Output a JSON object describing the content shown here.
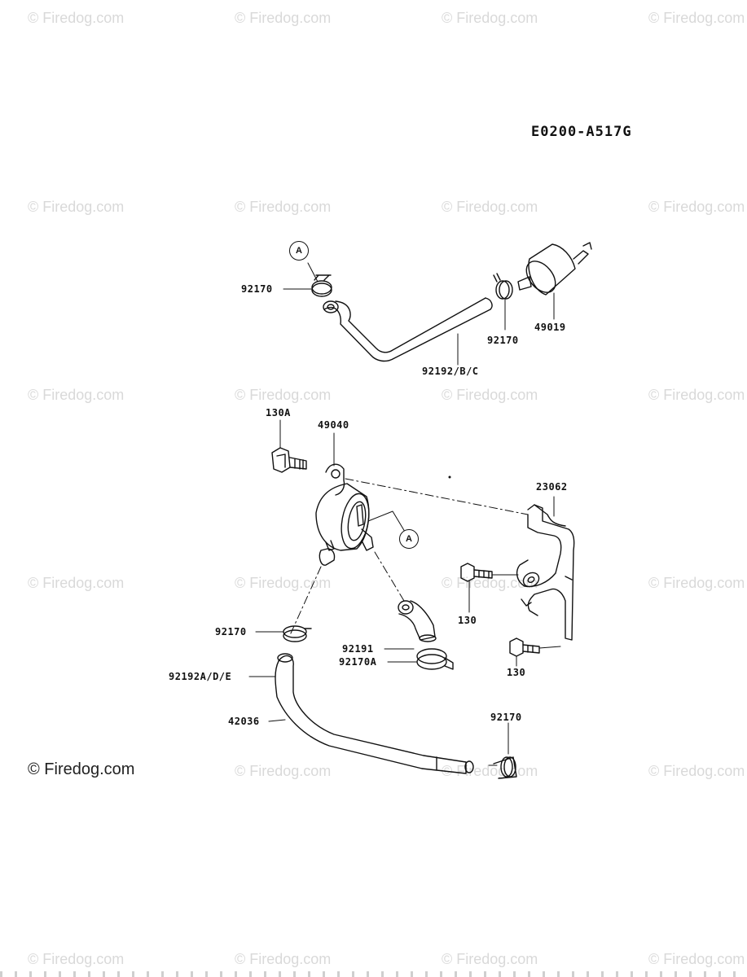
{
  "watermark": {
    "text": "© Firedog.com"
  },
  "diagram": {
    "code": "E0200-A517G",
    "callout_letter": "A",
    "parts": {
      "clamp_top_left": "92170",
      "fuel_hose_top": "92192/B/C",
      "clamp_top_right": "92170",
      "fuel_filter": "49019",
      "bolt_130a": "130A",
      "fuel_pump": "49040",
      "bracket": "23062",
      "bolt_130_upper": "130",
      "bolt_130_lower": "130",
      "clamp_mid_left": "92170",
      "hose_92191": "92191",
      "clamp_92170a": "92170A",
      "hose_92192a": "92192A/D/E",
      "tube_42036": "42036",
      "clamp_bottom_right": "92170"
    }
  }
}
